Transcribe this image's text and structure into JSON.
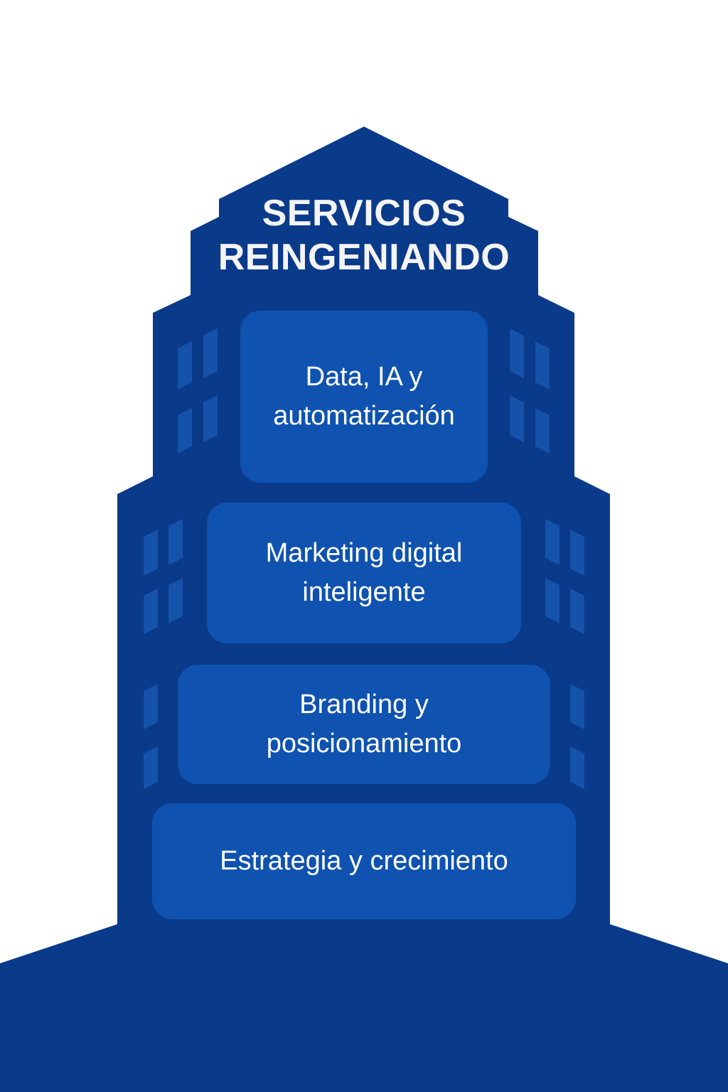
{
  "title": {
    "line1": "SERVICIOS",
    "line2": "REINGENIANDO"
  },
  "floors": [
    {
      "label": "Data, IA y automatización"
    },
    {
      "label": "Marketing digital inteligente"
    },
    {
      "label": "Branding y posicionamiento"
    },
    {
      "label": "Estrategia y crecimiento"
    }
  ],
  "colors": {
    "building": "#0a3a8a",
    "panel": "#0f52b0",
    "window": "#1552aa",
    "text": "#ffffff"
  }
}
